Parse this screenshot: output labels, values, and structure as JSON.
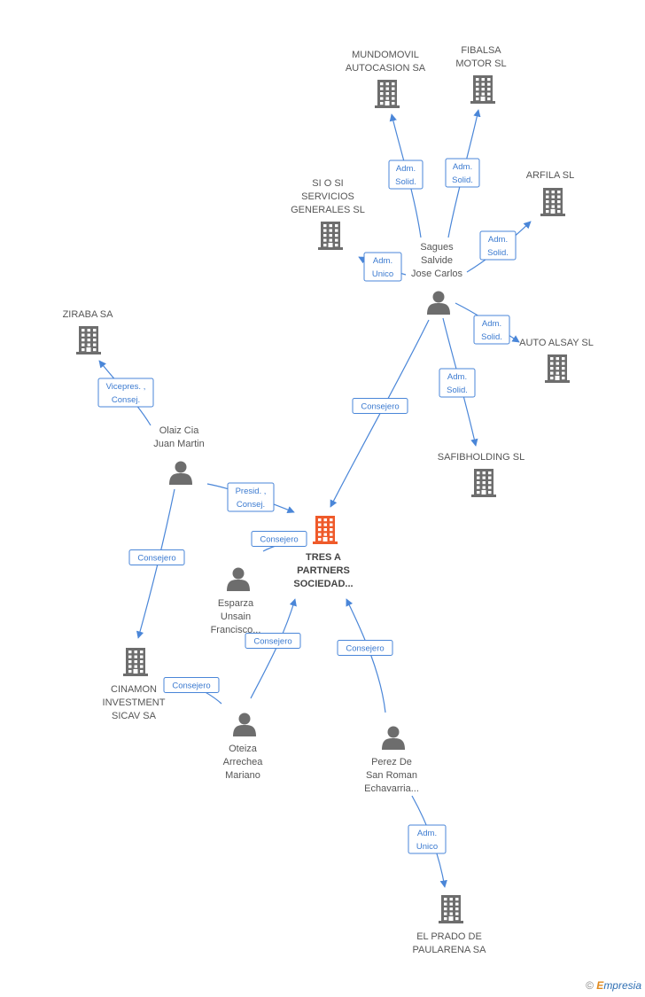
{
  "colors": {
    "edge": "#4a86d8",
    "node_icon": "#6d6d6d",
    "focus_icon": "#ef5a2a",
    "label": "#555555"
  },
  "nodes": [
    {
      "id": "mundomovil",
      "kind": "company",
      "label": [
        "MUNDOMOVIL",
        "AUTOCASION SA"
      ]
    },
    {
      "id": "fibalsa",
      "kind": "company",
      "label": [
        "FIBALSA",
        "MOTOR SL"
      ]
    },
    {
      "id": "arfila",
      "kind": "company",
      "label": [
        "ARFILA SL"
      ]
    },
    {
      "id": "siosi",
      "kind": "company",
      "label": [
        "SI O SI",
        "SERVICIOS",
        "GENERALES SL"
      ]
    },
    {
      "id": "sagues",
      "kind": "person",
      "label": [
        "Sagues",
        "Salvide",
        "Jose Carlos"
      ]
    },
    {
      "id": "ziraba",
      "kind": "company",
      "label": [
        "ZIRABA SA"
      ]
    },
    {
      "id": "autoalsay",
      "kind": "company",
      "label": [
        "AUTO ALSAY SL"
      ]
    },
    {
      "id": "olaiz",
      "kind": "person",
      "label": [
        "Olaiz Cia",
        "Juan Martin"
      ]
    },
    {
      "id": "safibholding",
      "kind": "company",
      "label": [
        "SAFIBHOLDING SL"
      ]
    },
    {
      "id": "tresa",
      "kind": "focus",
      "label": [
        "TRES A",
        "PARTNERS",
        "SOCIEDAD..."
      ]
    },
    {
      "id": "esparza",
      "kind": "person",
      "label": [
        "Esparza",
        "Unsain",
        "Francisco..."
      ]
    },
    {
      "id": "cinamon",
      "kind": "company",
      "label": [
        "CINAMON",
        "INVESTMENT",
        "SICAV SA"
      ]
    },
    {
      "id": "oteiza",
      "kind": "person",
      "label": [
        "Oteiza",
        "Arrechea",
        "Mariano"
      ]
    },
    {
      "id": "perez",
      "kind": "person",
      "label": [
        "Perez De",
        "San Roman",
        "Echavarria..."
      ]
    },
    {
      "id": "elprado",
      "kind": "company",
      "label": [
        "EL PRADO DE",
        "PAULARENA SA"
      ]
    }
  ],
  "edges": [
    {
      "id": "e1",
      "label": [
        "Adm.",
        "Solid."
      ]
    },
    {
      "id": "e2",
      "label": [
        "Adm.",
        "Solid."
      ]
    },
    {
      "id": "e3",
      "label": [
        "Adm.",
        "Solid."
      ]
    },
    {
      "id": "e4",
      "label": [
        "Adm.",
        "Unico"
      ]
    },
    {
      "id": "e5",
      "label": [
        "Adm.",
        "Solid."
      ]
    },
    {
      "id": "e6",
      "label": [
        "Adm.",
        "Solid."
      ]
    },
    {
      "id": "e7",
      "label": [
        "Consejero"
      ]
    },
    {
      "id": "e8",
      "label": [
        "Vicepres. ,",
        "Consej."
      ]
    },
    {
      "id": "e9",
      "label": [
        "Presid. ,",
        "Consej."
      ]
    },
    {
      "id": "e10",
      "label": [
        "Consejero"
      ]
    },
    {
      "id": "e11",
      "label": [
        "Consejero"
      ]
    },
    {
      "id": "e12",
      "label": [
        "Consejero"
      ]
    },
    {
      "id": "e13",
      "label": [
        "Consejero"
      ]
    },
    {
      "id": "e14",
      "label": [
        "Consejero"
      ]
    },
    {
      "id": "e15",
      "label": [
        "Adm.",
        "Unico"
      ]
    }
  ],
  "watermark": {
    "symbol": "©",
    "brand_first": "E",
    "brand_rest": "mpresia"
  }
}
